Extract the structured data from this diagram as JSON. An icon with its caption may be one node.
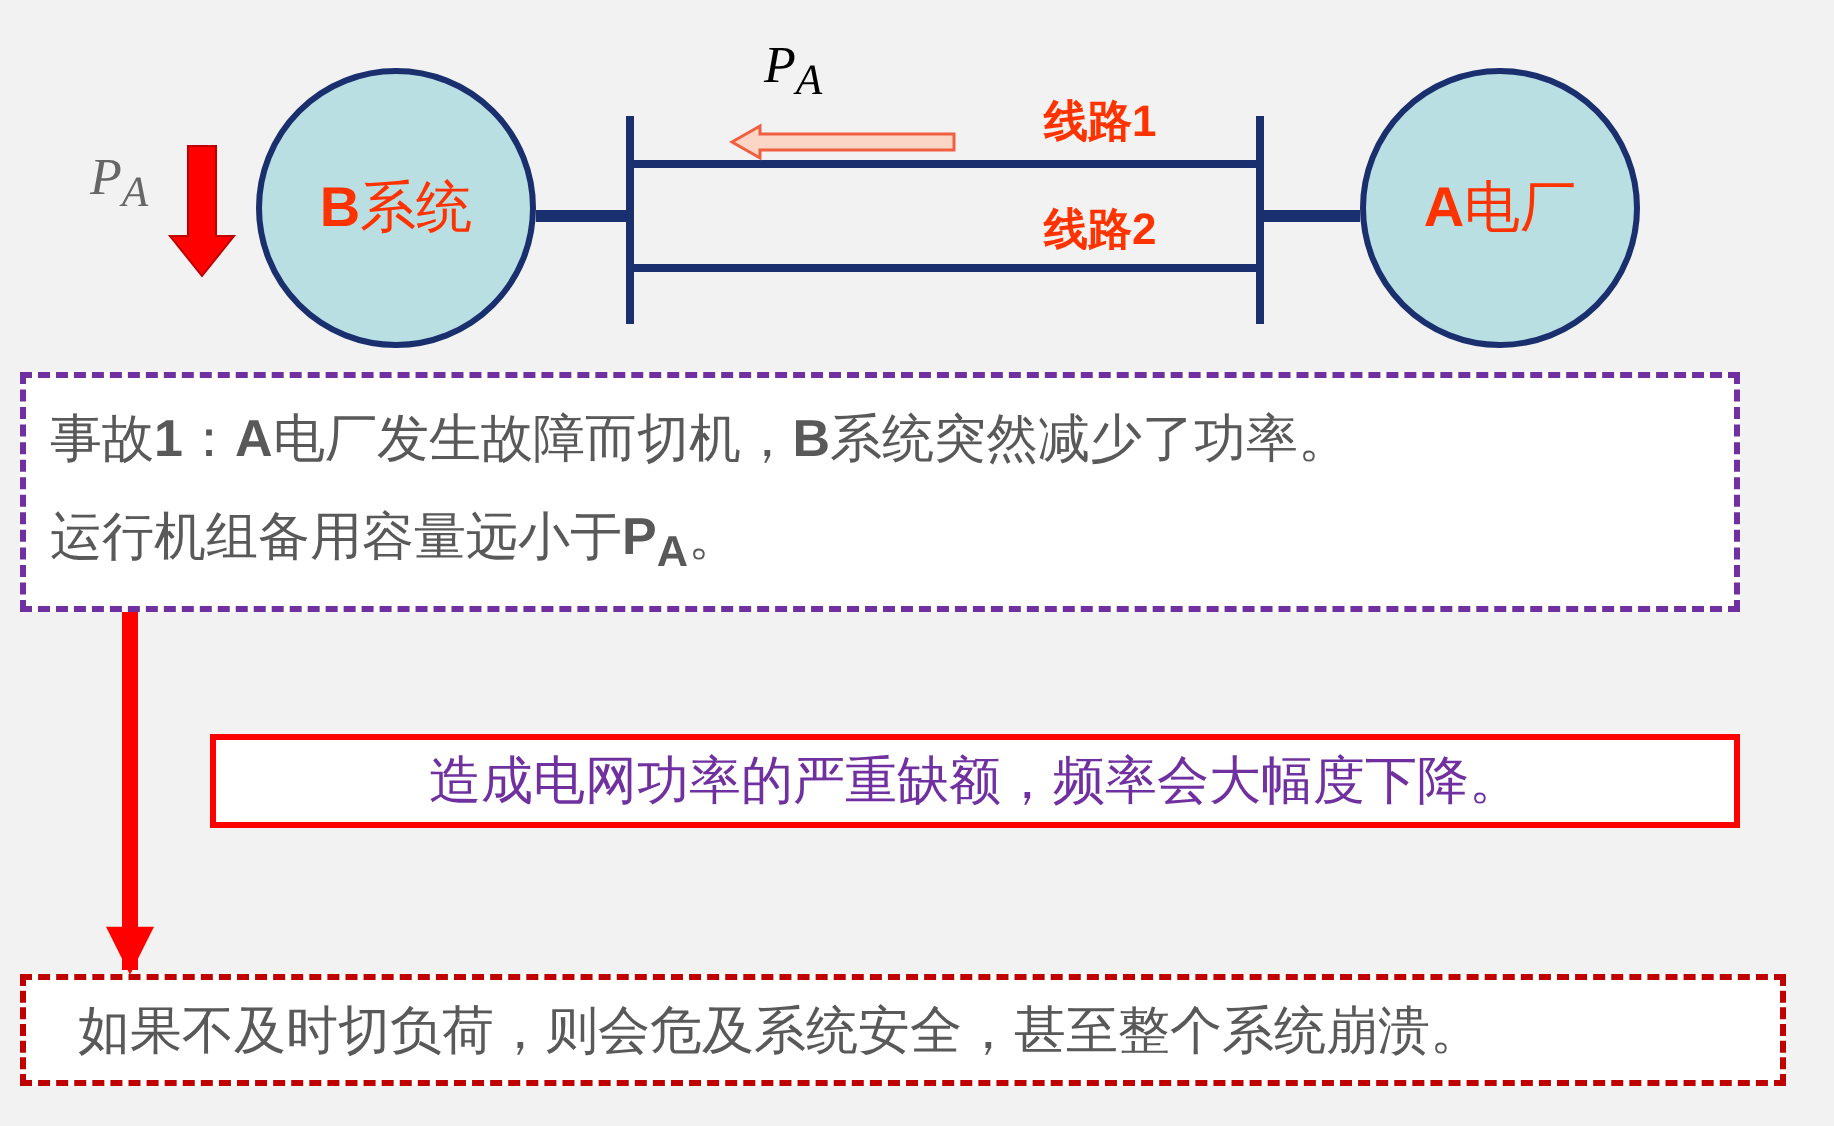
{
  "diagram": {
    "nodes": [
      {
        "text": [
          "**B**系统"
        ]
      },
      {
        "text": [
          "**A**电厂"
        ]
      },
      {
        "text": [],
        "shape": "bar"
      },
      {
        "text": [],
        "shape": "bar"
      },
      {
        "text": [
          "事故**1**：**A**电厂发生故障而切机，**B**系统突然减少了功率。",
          "运行机组备用容量远小于**P$_{A}$**。"
        ]
      },
      {
        "text": [
          "造成电网功率的严重缺额，频率会大幅度下降。"
        ]
      },
      {
        "text": [
          "如果不及时切负荷，则会危及系统安全，甚至整个系统崩溃。"
        ]
      }
    ],
    "edges": [
      {
        "from": 0,
        "to": 2,
        "arrow": "none"
      },
      {
        "from": 2,
        "to": 3,
        "arrow": "none",
        "label": "线路1"
      },
      {
        "from": 2,
        "to": 3,
        "arrow": "none",
        "label": "线路2"
      },
      {
        "from": 3,
        "to": 1,
        "arrow": "none"
      },
      {
        "from": 4,
        "to": 6,
        "arrow": "to",
        "color": "#ff0000"
      }
    ],
    "labels": [
      "P$_{A}$",
      "P$_{A}$"
    ]
  }
}
